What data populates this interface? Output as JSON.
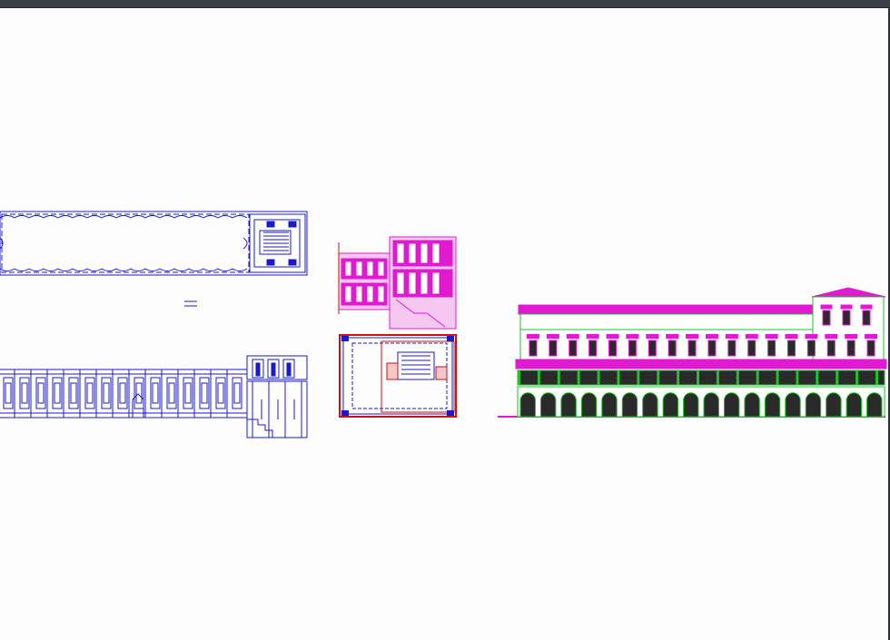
{
  "window": {
    "title": ""
  },
  "drawing": {
    "background": "#fdfdfd",
    "colors": {
      "blue": "#1a1acc",
      "magenta": "#e01ad0",
      "green": "#22c02a",
      "red": "#cc1111",
      "dark": "#2a2a2a"
    },
    "views": [
      {
        "name": "long-plan"
      },
      {
        "name": "long-elevation"
      },
      {
        "name": "stair-section"
      },
      {
        "name": "stair-plan"
      },
      {
        "name": "facade-elevation"
      }
    ],
    "facade": {
      "window_count": 18,
      "arch_count": 18
    }
  }
}
